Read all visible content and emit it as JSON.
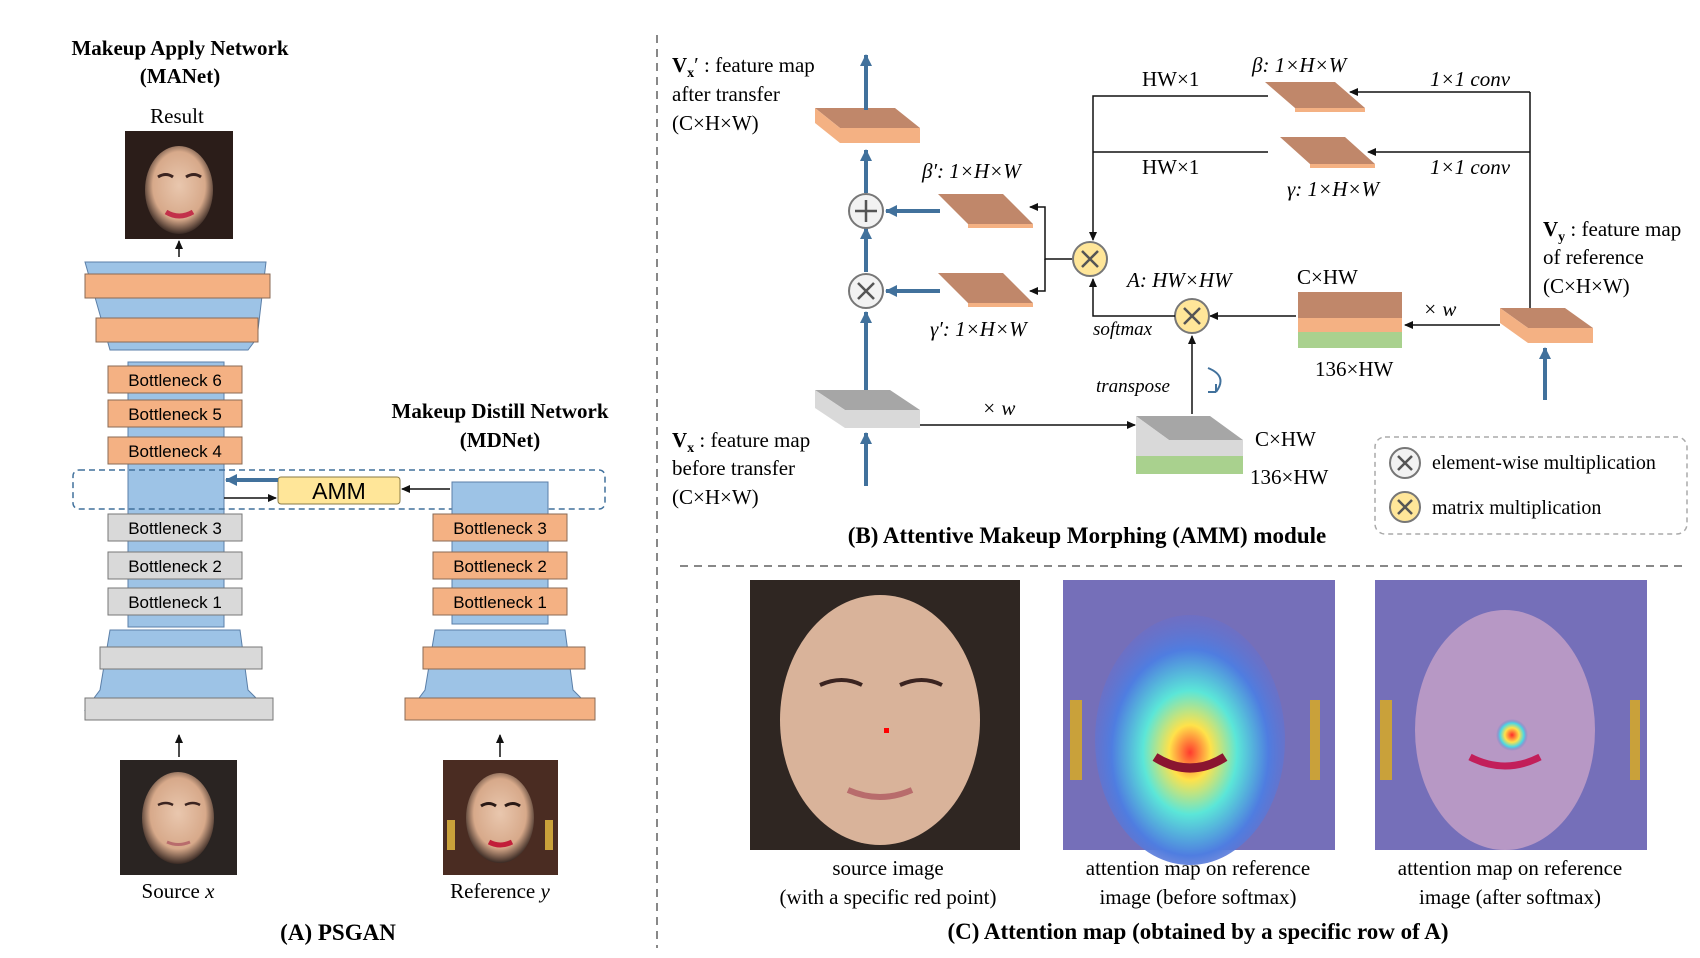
{
  "panel_a": {
    "title_line1": "Makeup Apply Network",
    "title_line2": "(MANet)",
    "result_label": "Result",
    "manet_bottlenecks": [
      "Bottleneck 6",
      "Bottleneck 5",
      "Bottleneck 4",
      "Bottleneck 3",
      "Bottleneck 2",
      "Bottleneck 1"
    ],
    "amm_label": "AMM",
    "mdnet_title_line1": "Makeup Distill Network",
    "mdnet_title_line2": "(MDNet)",
    "mdnet_bottlenecks": [
      "Bottleneck 3",
      "Bottleneck 2",
      "Bottleneck 1"
    ],
    "source_label": "Source",
    "source_var": "x",
    "reference_label": "Reference",
    "reference_var": "y",
    "caption": "(A) PSGAN"
  },
  "panel_b": {
    "vx_prime": "V",
    "vx_prime_sub": "x",
    "vx_prime_line1": "′ : feature map",
    "vx_prime_line2": "after transfer",
    "vx_prime_line3": "(C×H×W)",
    "beta_prime": "β′: 1×H×W",
    "gamma_prime": "γ′: 1×H×W",
    "hw1_top": "HW×1",
    "hw1_mid": "HW×1",
    "beta": "β: 1×H×W",
    "gamma": "γ: 1×H×W",
    "conv1": "1×1 conv",
    "conv2": "1×1 conv",
    "vy": "V",
    "vy_sub": "y",
    "vy_line1": " : feature map",
    "vy_line2": "of reference",
    "vy_line3": "(C×H×W)",
    "a_label": "A: HW×HW",
    "softmax": "softmax",
    "chw_top": "C×HW",
    "hw136_top": "136×HW",
    "times_w_right": "× w",
    "transpose": "transpose",
    "times_w_left": "× w",
    "chw_bottom": "C×HW",
    "hw136_bottom": "136×HW",
    "vx": "V",
    "vx_sub": "x",
    "vx_line1": " : feature map",
    "vx_line2": "before transfer",
    "vx_line3": "(C×H×W)",
    "legend_elementwise": "element-wise multiplication",
    "legend_matrix": "matrix multiplication",
    "caption": "(B) Attentive Makeup Morphing (AMM) module"
  },
  "panel_c": {
    "img1_line1": "source image",
    "img1_line2": "(with a specific red point)",
    "img2_line1": "attention map on reference",
    "img2_line2": "image (before softmax)",
    "img3_line1": "attention map on reference",
    "img3_line2": "image (after softmax)",
    "caption": "(C) Attention map (obtained by a specific row of A)"
  },
  "colors": {
    "blue": "#9dc3e6",
    "orange": "#f4b183",
    "gray": "#d9d9d9",
    "brown": "#c0876a",
    "green": "#a9d18e",
    "amm_yellow": "#ffe699",
    "arrow_blue": "#41719c"
  }
}
